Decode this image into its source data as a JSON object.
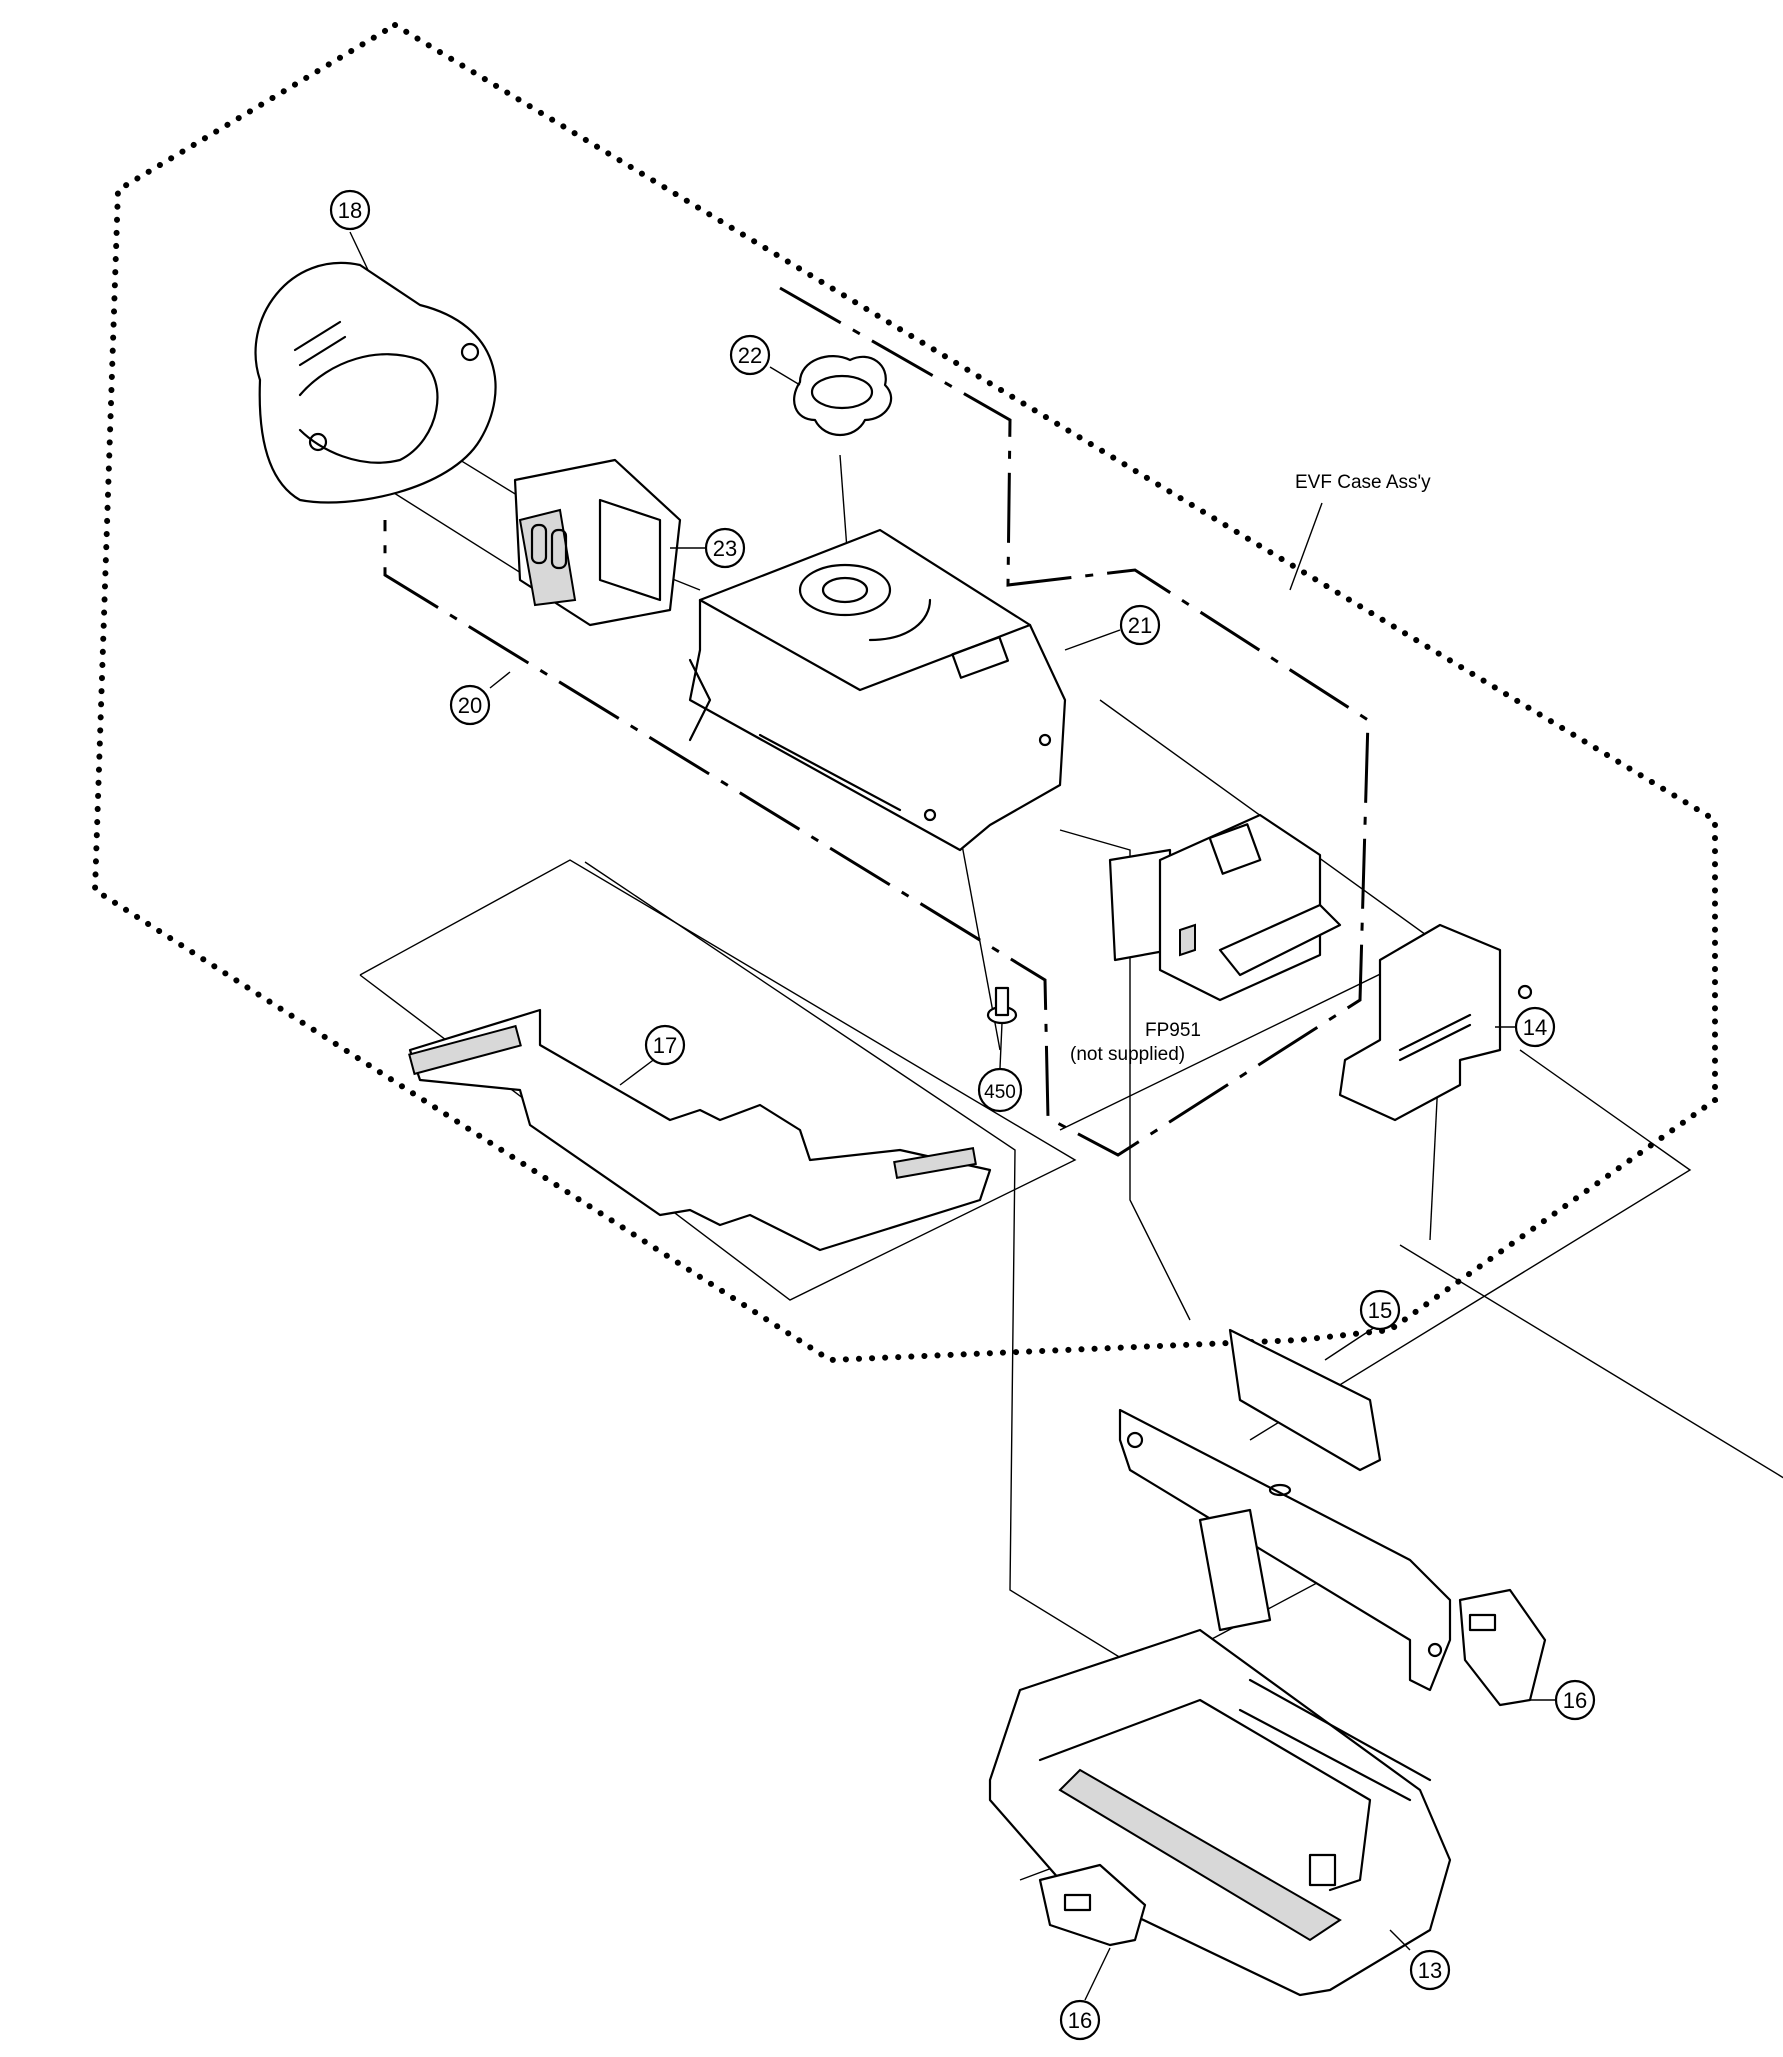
{
  "diagram": {
    "group_label": "EVF Case Ass'y",
    "callouts": [
      {
        "id": "p18",
        "text": "18"
      },
      {
        "id": "p22",
        "text": "22"
      },
      {
        "id": "p23",
        "text": "23"
      },
      {
        "id": "p21",
        "text": "21"
      },
      {
        "id": "p20",
        "text": "20"
      },
      {
        "id": "p17",
        "text": "17"
      },
      {
        "id": "p450",
        "text": "450"
      },
      {
        "id": "p14",
        "text": "14"
      },
      {
        "id": "p15",
        "text": "15"
      },
      {
        "id": "p16a",
        "text": "16"
      },
      {
        "id": "p16b",
        "text": "16"
      },
      {
        "id": "p13",
        "text": "13"
      }
    ],
    "fp951_ref": "FP951",
    "fp951_note": "(not supplied)"
  }
}
